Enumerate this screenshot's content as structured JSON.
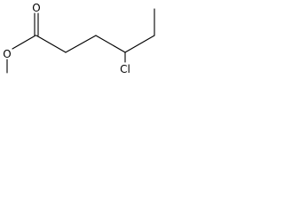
{
  "structure": {
    "atoms": {
      "oxygen_carbonyl": "O",
      "oxygen_ester": "O",
      "chlorine": "Cl"
    }
  }
}
